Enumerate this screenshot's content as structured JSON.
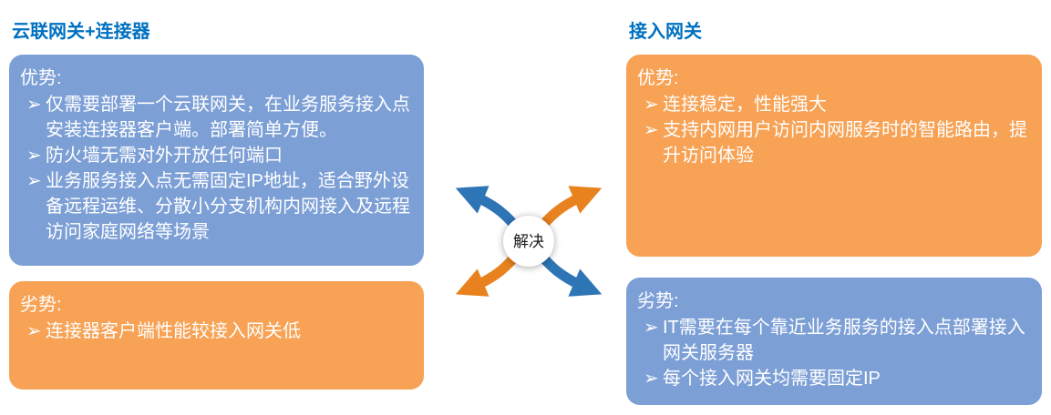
{
  "left": {
    "title": "云联网关+连接器",
    "advantages": {
      "heading": "优势:",
      "items": [
        "仅需要部署一个云联网关，在业务服务接入点安装连接器客户端。部署简单方便。",
        "防火墙无需对外开放任何端口",
        "业务服务接入点无需固定IP地址，适合野外设备远程运维、分散小分支机构内网接入及远程访问家庭网络等场景"
      ]
    },
    "disadvantages": {
      "heading": "劣势:",
      "items": [
        "连接器客户端性能较接入网关低"
      ]
    }
  },
  "right": {
    "title": "接入网关",
    "advantages": {
      "heading": "优势:",
      "items": [
        "连接稳定，性能强大",
        "支持内网用户访问内网服务时的智能路由，提升访问体验"
      ]
    },
    "disadvantages": {
      "heading": "劣势:",
      "items": [
        "IT需要在每个靠近业务服务的接入点部署接入网关服务器",
        "每个接入网关均需要固定IP"
      ]
    }
  },
  "center": {
    "label": "解决"
  },
  "bullet_marker": "➢",
  "colors": {
    "title": "#0070C0",
    "blue_box": "#7C9FD6",
    "orange_box": "#F7A254",
    "blue_arrow": "#2E75B6",
    "orange_arrow": "#E8821E",
    "box_text": "#FFFFFF"
  }
}
